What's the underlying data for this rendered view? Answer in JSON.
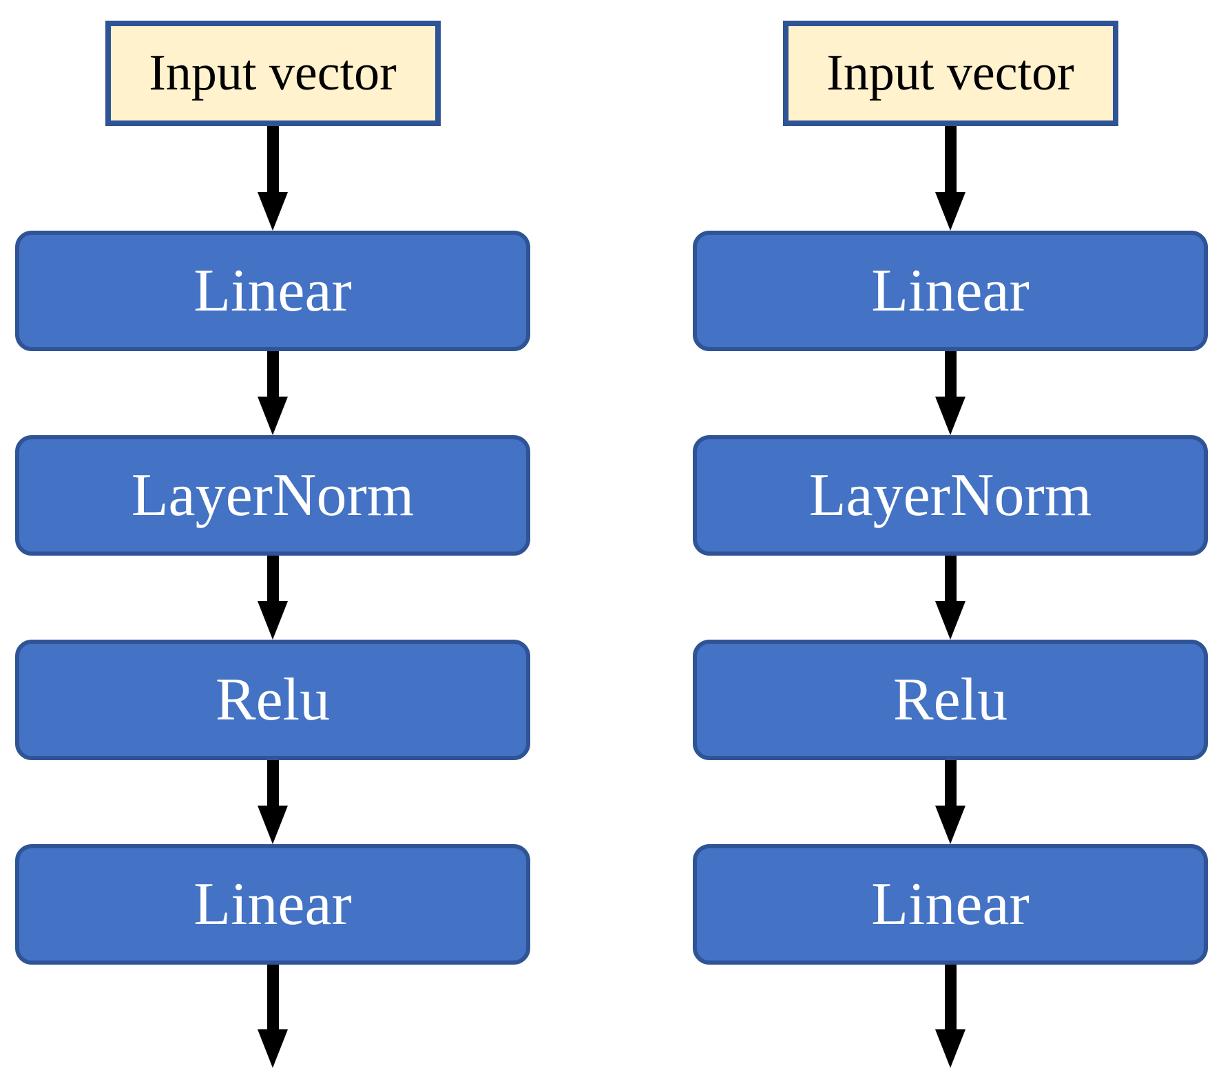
{
  "diagram": {
    "type": "flowchart",
    "description": "Two identical feed-forward network pipelines shown side by side",
    "colors": {
      "background": "#ffffff",
      "node_fill": "#4472C4",
      "node_border": "#2F5496",
      "node_text": "#ffffff",
      "input_fill": "#FFF2CC",
      "input_border": "#2F5496",
      "input_text": "#000000",
      "arrow": "#000000"
    },
    "columns": [
      {
        "input_label": "Input vector",
        "nodes": [
          {
            "label": "Linear"
          },
          {
            "label": "LayerNorm"
          },
          {
            "label": "Relu"
          },
          {
            "label": "Linear"
          }
        ]
      },
      {
        "input_label": "Input vector",
        "nodes": [
          {
            "label": "Linear"
          },
          {
            "label": "LayerNorm"
          },
          {
            "label": "Relu"
          },
          {
            "label": "Linear"
          }
        ]
      }
    ]
  }
}
